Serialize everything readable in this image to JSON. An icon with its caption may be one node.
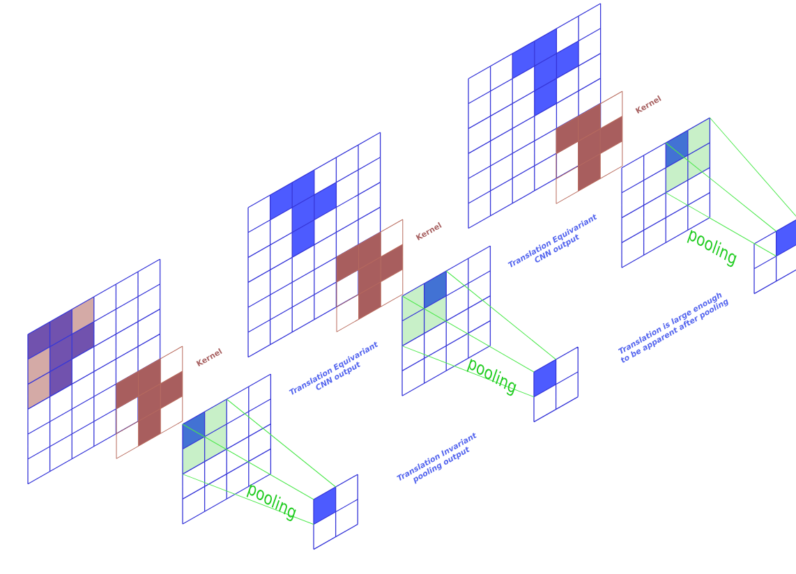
{
  "diagram": {
    "labels": [
      "Kernel",
      "Kernel",
      "Translation Equivariant CNN output",
      "pooling",
      "Translation is large enough to be apparent after pooling",
      "Kernel",
      "pooling",
      "Translation Equivariant CNN output",
      "Translation Invariant pooling output",
      "pooling"
    ]
  }
}
